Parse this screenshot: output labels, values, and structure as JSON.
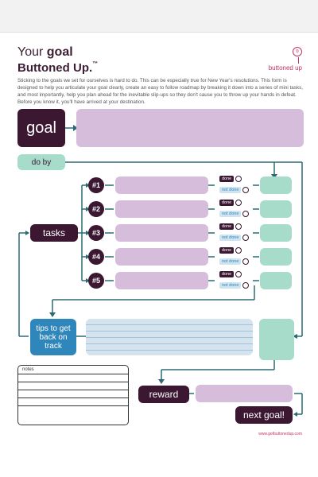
{
  "header": {
    "title_prefix": "Your",
    "title_bold": "goal",
    "title_line2": "Buttoned Up.",
    "trademark": "™",
    "brand": "buttoned up",
    "brand_mark": "b"
  },
  "intro": "Sticking to the goals we set for ourselves is hard to do. This can be especially true for New Year's resolutions. This form is designed to help you articulate your goal clearly, create an easy to follow roadmap by breaking it down into a series of mini tasks, and most importantly, help you plan ahead for the inevitable slip-ups so they don't cause you to throw up your hands in defeat. Before you know it, you'll have arrived at your destination.",
  "goal_label": "goal",
  "do_by_label": "do by",
  "tasks_label": "tasks",
  "tasks": [
    {
      "num": "#1",
      "done": "done",
      "not_done": "not done"
    },
    {
      "num": "#2",
      "done": "done",
      "not_done": "not done"
    },
    {
      "num": "#3",
      "done": "done",
      "not_done": "not done"
    },
    {
      "num": "#4",
      "done": "done",
      "not_done": "not done"
    },
    {
      "num": "#5",
      "done": "done",
      "not_done": "not done"
    }
  ],
  "tips_label": "tips to get back on track",
  "notes_label": "notes",
  "reward_label": "reward",
  "next_goal_label": "next goal!",
  "url": "www.getbuttonedup.com",
  "colors": {
    "dark_plum": "#3b1731",
    "lavender": "#d6bddc",
    "mint": "#a6dcc9",
    "blue": "#2f86bb",
    "teal_line": "#2b6a75",
    "brand_red": "#c23560"
  }
}
